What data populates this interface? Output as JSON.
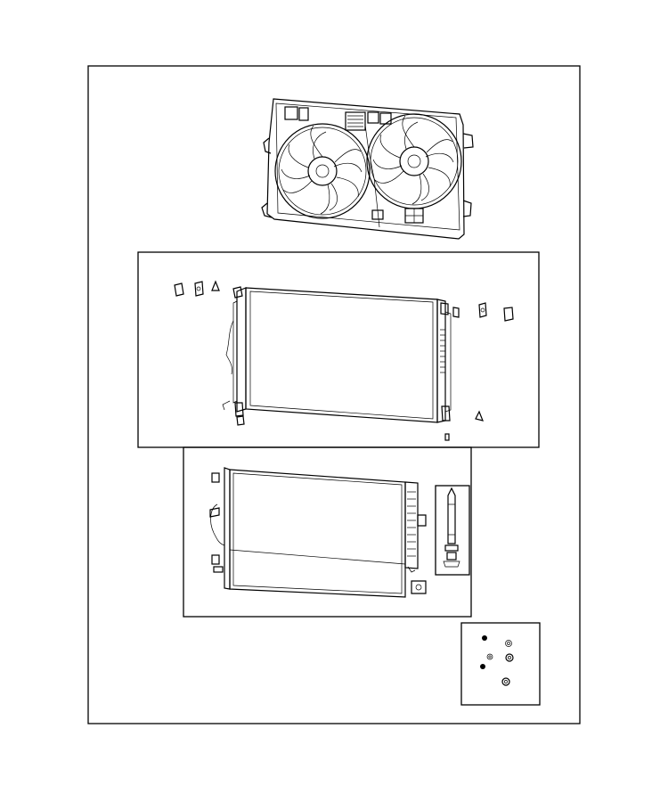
{
  "diagram": {
    "kind": "exploded parts illustration",
    "line_color": "#000000",
    "background_color": "#ffffff",
    "components": [
      "fan-shroud-assembly",
      "radiator-panel",
      "condenser-panel",
      "fastener-panel"
    ]
  }
}
